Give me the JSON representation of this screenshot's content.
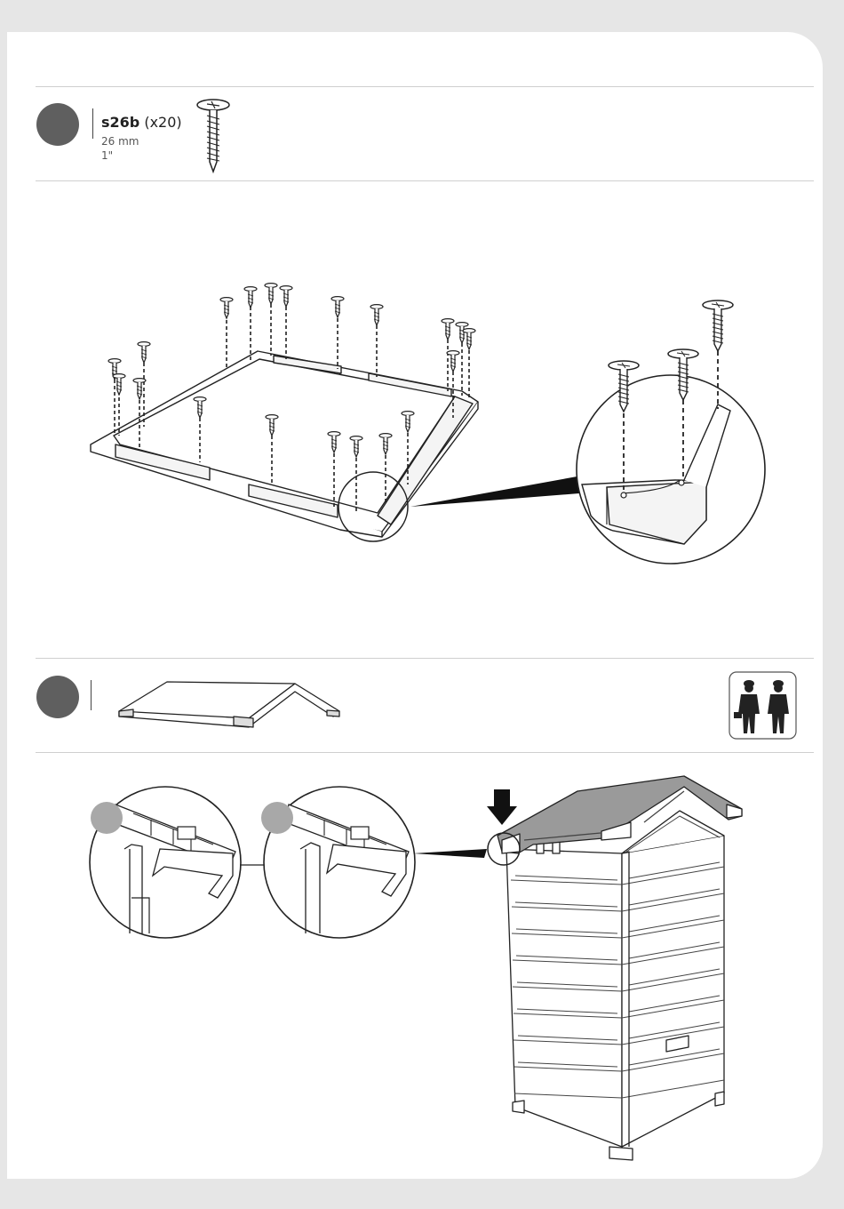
{
  "step1": {
    "part_code": "s26b",
    "part_qty": "(x20)",
    "length_mm": "26 mm",
    "length_in": "1\""
  },
  "icons": {
    "screw": "screw-icon",
    "two_person": "two-person-icon"
  },
  "colors": {
    "page_bg": "#e6e6e6",
    "sheet_bg": "#ffffff",
    "step_dot": "#5f5f5f",
    "roof_fill": "#9a9a9a",
    "line": "#222222"
  }
}
